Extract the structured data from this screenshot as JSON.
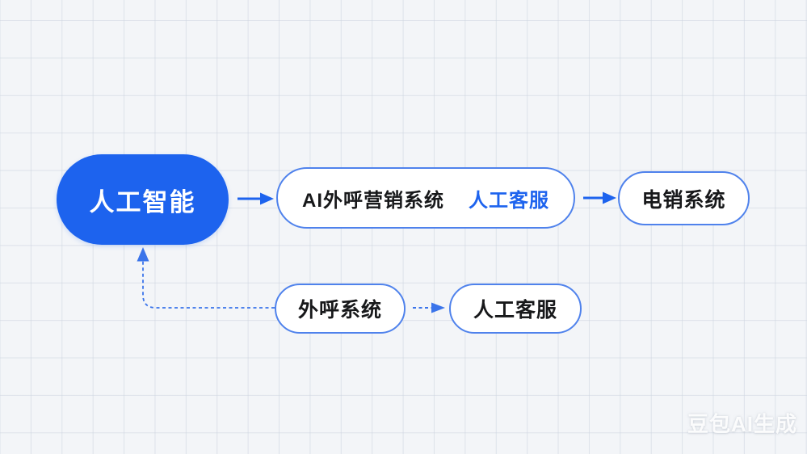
{
  "watermark": {
    "text": "豆包AI生成"
  },
  "diagram": {
    "ai_node": {
      "label": "人工智能"
    },
    "marketing_node": {
      "label_left": "AI外呼营销系统",
      "label_right": "人工客服"
    },
    "telemarketing_node": {
      "label": "电销系统"
    },
    "outbound_node": {
      "label": "外呼系统"
    },
    "agent_node": {
      "label": "人工客服"
    },
    "edges": [
      {
        "from": "人工智能",
        "to": "AI外呼营销系统 人工客服",
        "style": "solid"
      },
      {
        "from": "AI外呼营销系统 人工客服",
        "to": "电销系统",
        "style": "solid"
      },
      {
        "from": "外呼系统",
        "to": "人工客服",
        "style": "dashed"
      },
      {
        "from": "外呼系统",
        "to": "人工智能",
        "style": "dashed"
      }
    ],
    "colors": {
      "primary_blue": "#1d63ee",
      "border_blue": "#4f82ec",
      "dashed_blue": "#3a74ea",
      "text_dark": "#17181a",
      "background": "#f3f5f8"
    }
  }
}
